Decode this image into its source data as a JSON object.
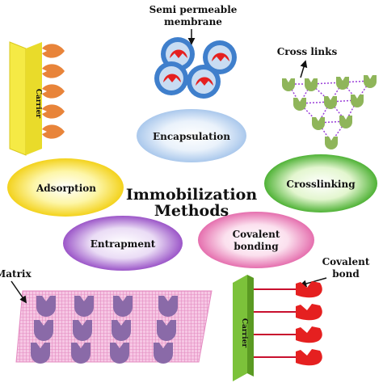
{
  "title": {
    "line1": "Immobilization",
    "line2": "Methods"
  },
  "methods": {
    "encapsulation": "Encapsulation",
    "adsorption": "Adsorption",
    "crosslinking": "Crosslinking",
    "entrapment": "Entrapment",
    "covalent_line1": "Covalent",
    "covalent_line2": "bonding"
  },
  "annotations": {
    "semi_permeable_line1": "Semi permeable",
    "semi_permeable_line2": "membrane",
    "cross_links": "Cross links",
    "matrix": "Matrix",
    "covalent_bond_line1": "Covalent",
    "covalent_bond_line2": "bond",
    "carrier_top": "Carrier",
    "carrier_bottom": "Carrier"
  },
  "colors": {
    "enzyme_orange": "#e8843a",
    "enzyme_purple": "#8a6aa8",
    "enzyme_green": "#8fb55a",
    "enzyme_red": "#e52020",
    "capsule_blue": "#3f7fcc",
    "carrier_yellow": "#f2e84a",
    "carrier_green": "#8fd04a",
    "matrix_pink": "#f4b8de"
  }
}
